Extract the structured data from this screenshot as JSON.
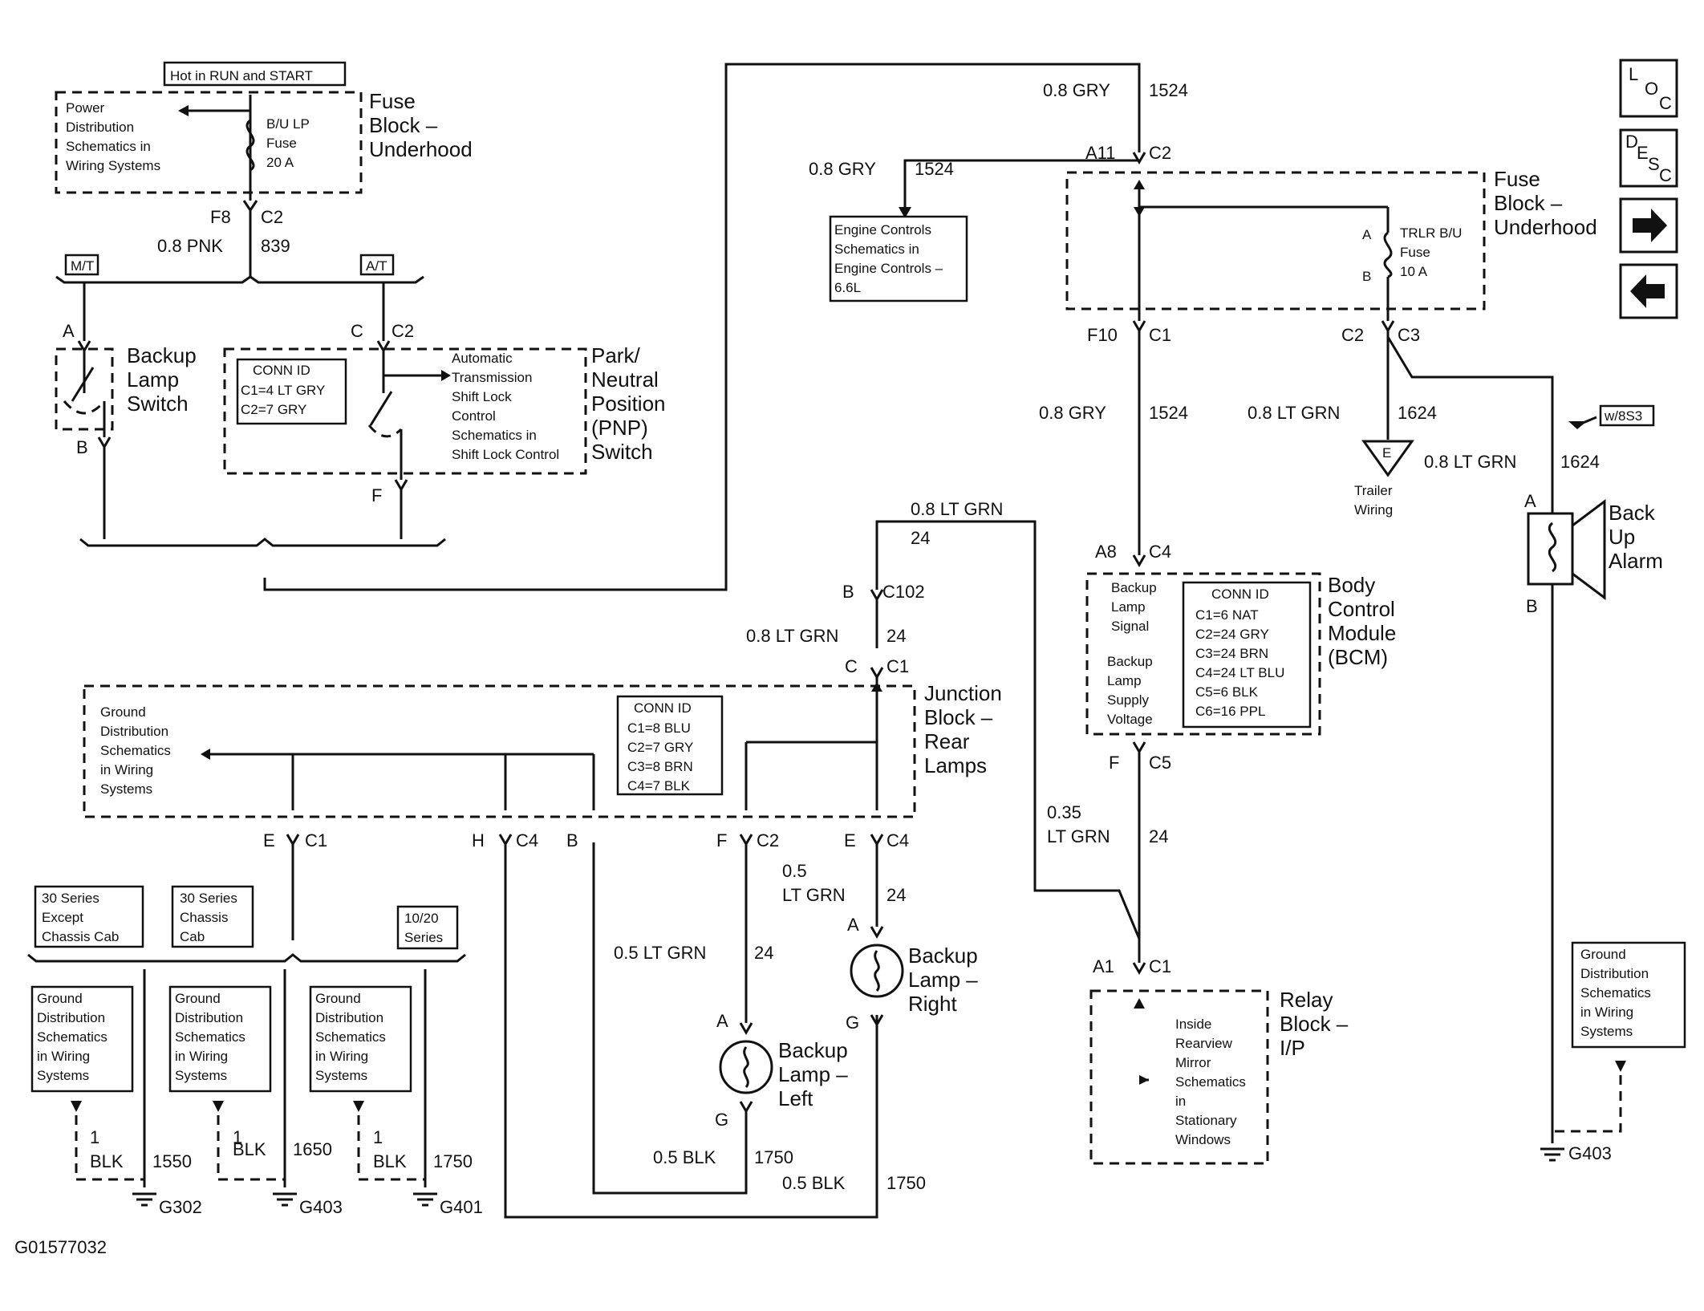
{
  "hot_label": "Hot in RUN and START",
  "fuse_underhood_left": {
    "title": [
      "Fuse",
      "Block –",
      "Underhood"
    ],
    "power_ref": [
      "Power",
      "Distribution",
      "Schematics in",
      "Wiring Systems"
    ],
    "fuse": [
      "B/U LP",
      "Fuse",
      "20 A"
    ]
  },
  "conn_f8": {
    "pin": "F8",
    "conn": "C2",
    "wire": "0.8 PNK",
    "circuit": "839"
  },
  "mt_tag": "M/T",
  "at_tag": "A/T",
  "backup_switch": {
    "title": [
      "Backup",
      "Lamp",
      "Switch"
    ],
    "pin_a": "A",
    "pin_b": "B"
  },
  "pnp_switch": {
    "title": [
      "Park/",
      "Neutral",
      "Position",
      "(PNP)",
      "Switch"
    ],
    "conn_id": [
      "CONN ID",
      "C1=4 LT GRY",
      "C2=7 GRY"
    ],
    "pin_c": "C",
    "conn_c2": "C2",
    "pin_f": "F",
    "shift_lock": [
      "Automatic",
      "Transmission",
      "Shift Lock",
      "Control",
      "Schematics in",
      "Shift Lock Control"
    ]
  },
  "gry_top": {
    "wire": "0.8 GRY",
    "circuit": "1524"
  },
  "a11": {
    "pin": "A11",
    "conn": "C2"
  },
  "gry_engine": {
    "wire": "0.8 GRY",
    "circuit": "1524"
  },
  "engine_ref": [
    "Engine Controls",
    "Schematics in",
    "Engine Controls –",
    "6.6L"
  ],
  "fuse_underhood_right": {
    "title": [
      "Fuse",
      "Block –",
      "Underhood"
    ],
    "fuse": [
      "TRLR B/U",
      "Fuse",
      "10 A"
    ],
    "pin_a": "A",
    "pin_b": "B"
  },
  "f10": {
    "pin": "F10",
    "conn": "C1"
  },
  "c2c3": {
    "pin": "C2",
    "conn": "C3"
  },
  "gry_bcm": {
    "wire": "0.8 GRY",
    "circuit": "1524"
  },
  "ltgrn_trailer": {
    "wire": "0.8 LT GRN",
    "circuit": "1624"
  },
  "trailer": {
    "symbol": "E",
    "label": [
      "Trailer",
      "Wiring"
    ]
  },
  "w8s3": "w/8S3",
  "ltgrn_alarm": {
    "wire": "0.8 LT GRN",
    "circuit": "1624"
  },
  "alarm": {
    "title": [
      "Back",
      "Up",
      "Alarm"
    ],
    "pin_a": "A",
    "pin_b": "B"
  },
  "a8": {
    "pin": "A8",
    "conn": "C4"
  },
  "bcm": {
    "title": [
      "Body",
      "Control",
      "Module",
      "(BCM)"
    ],
    "signal": [
      "Backup",
      "Lamp",
      "Signal"
    ],
    "supply": [
      "Backup",
      "Lamp",
      "Supply",
      "Voltage"
    ],
    "conn_id": [
      "CONN ID",
      "C1=6 NAT",
      "C2=24 GRY",
      "C3=24 BRN",
      "C4=24 LT BLU",
      "C5=6 BLK",
      "C6=16 PPL"
    ]
  },
  "f_c5": {
    "pin": "F",
    "conn": "C5"
  },
  "ltgrn_035": {
    "size": "0.35",
    "wire": "LT GRN",
    "circuit": "24"
  },
  "a1": {
    "pin": "A1",
    "conn": "C1"
  },
  "relay_block": {
    "title": [
      "Relay",
      "Block –",
      "I/P"
    ],
    "mirror": [
      "Inside",
      "Rearview",
      "Mirror",
      "Schematics",
      "in",
      "Stationary",
      "Windows"
    ]
  },
  "ltgrn_24_top": {
    "wire": "0.8 LT GRN",
    "circuit": "24"
  },
  "c102": {
    "pin": "B",
    "conn": "C102"
  },
  "ltgrn_24_mid": {
    "wire": "0.8 LT GRN",
    "circuit": "24"
  },
  "junc_c1": {
    "pin": "C",
    "conn": "C1"
  },
  "junction": {
    "title": [
      "Junction",
      "Block –",
      "Rear",
      "Lamps"
    ],
    "ground_ref": [
      "Ground",
      "Distribution",
      "Schematics",
      "in Wiring",
      "Systems"
    ],
    "conn_id": [
      "CONN ID",
      "C1=8 BLU",
      "C2=7 GRY",
      "C3=8 BRN",
      "C4=7 BLK"
    ]
  },
  "e_c1": {
    "pin": "E",
    "conn": "C1"
  },
  "h_c4": {
    "pin": "H",
    "conn": "C4"
  },
  "b_pin": "B",
  "f_c2": {
    "pin": "F",
    "conn": "C2"
  },
  "e_c4": {
    "pin": "E",
    "conn": "C4"
  },
  "ltgrn_05_right": {
    "size": "0.5",
    "wire": "LT GRN",
    "circuit": "24"
  },
  "ltgrn_05_left": {
    "wire": "0.5 LT GRN",
    "circuit": "24"
  },
  "lamp_right": {
    "title": [
      "Backup",
      "Lamp –",
      "Right"
    ],
    "pin_a": "A",
    "pin_g": "G"
  },
  "lamp_left": {
    "title": [
      "Backup",
      "Lamp –",
      "Left"
    ],
    "pin_a": "A",
    "pin_g": "G"
  },
  "blk_left_lamp": {
    "wire": "0.5 BLK",
    "circuit": "1750"
  },
  "blk_right_lamp": {
    "wire": "0.5 BLK",
    "circuit": "1750"
  },
  "series_tags": [
    [
      "30 Series",
      "Except",
      "Chassis Cab"
    ],
    [
      "30 Series",
      "Chassis",
      "Cab"
    ],
    [
      "10/20",
      "Series"
    ]
  ],
  "ground_boxes": [
    [
      "Ground",
      "Distribution",
      "Schematics",
      "in Wiring",
      "Systems"
    ],
    [
      "Ground",
      "Distribution",
      "Schematics",
      "in Wiring",
      "Systems"
    ],
    [
      "Ground",
      "Distribution",
      "Schematics",
      "in Wiring",
      "Systems"
    ]
  ],
  "grounds": [
    {
      "size": "1",
      "wire": "BLK",
      "circuit": "1550",
      "id": "G302"
    },
    {
      "size": "1",
      "wire": "BLK",
      "circuit": "1650",
      "id": "G403"
    },
    {
      "size": "1",
      "wire": "BLK",
      "circuit": "1750",
      "id": "G401"
    }
  ],
  "ground_right": {
    "ref": [
      "Ground",
      "Distribution",
      "Schematics",
      "in Wiring",
      "Systems"
    ],
    "id": "G403"
  },
  "nav": {
    "loc": [
      "L",
      "O",
      "C"
    ],
    "desc": [
      "D",
      "E",
      "S",
      "C"
    ],
    "forward": "forward-arrow-icon",
    "back": "back-arrow-icon"
  },
  "figure_id": "G01577032"
}
